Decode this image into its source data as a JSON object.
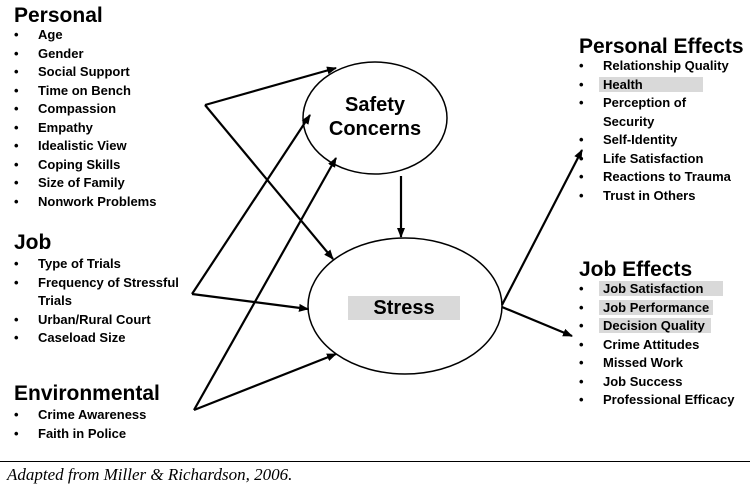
{
  "groups": {
    "personal": {
      "title": "Personal",
      "items": [
        "Age",
        "Gender",
        "Social Support",
        "Time on Bench",
        "Compassion",
        "Empathy",
        "Idealistic View",
        "Coping Skills",
        "Size of Family",
        "Nonwork Problems"
      ]
    },
    "job": {
      "title": "Job",
      "items": [
        "Type of Trials",
        "Frequency of Stressful Trials",
        "Urban/Rural Court",
        "Caseload Size"
      ]
    },
    "environmental": {
      "title": "Environmental",
      "items": [
        "Crime Awareness",
        "Faith in Police"
      ]
    }
  },
  "nodes": {
    "safety": {
      "label": "Safety Concerns"
    },
    "stress": {
      "label": "Stress",
      "highlight_color": "#d9d9d9"
    }
  },
  "effects": {
    "personal": {
      "title": "Personal Effects",
      "items": [
        "Relationship Quality",
        "Health",
        "Perception of Security",
        "Self-Identity",
        "Life Satisfaction",
        "Reactions to Trauma",
        "Trust in Others"
      ],
      "highlighted": [
        "Health"
      ]
    },
    "job": {
      "title": "Job Effects",
      "items": [
        "Job Satisfaction",
        "Job Performance",
        "Decision Quality",
        "Crime Attitudes",
        "Missed Work",
        "Job Success",
        "Professional Efficacy"
      ],
      "highlighted": [
        "Job Satisfaction",
        "Job Performance",
        "Decision Quality"
      ]
    }
  },
  "colors": {
    "highlight": "#d9d9d9",
    "stroke": "#000000"
  },
  "caption": "Adapted from Miller & Richardson, 2006."
}
